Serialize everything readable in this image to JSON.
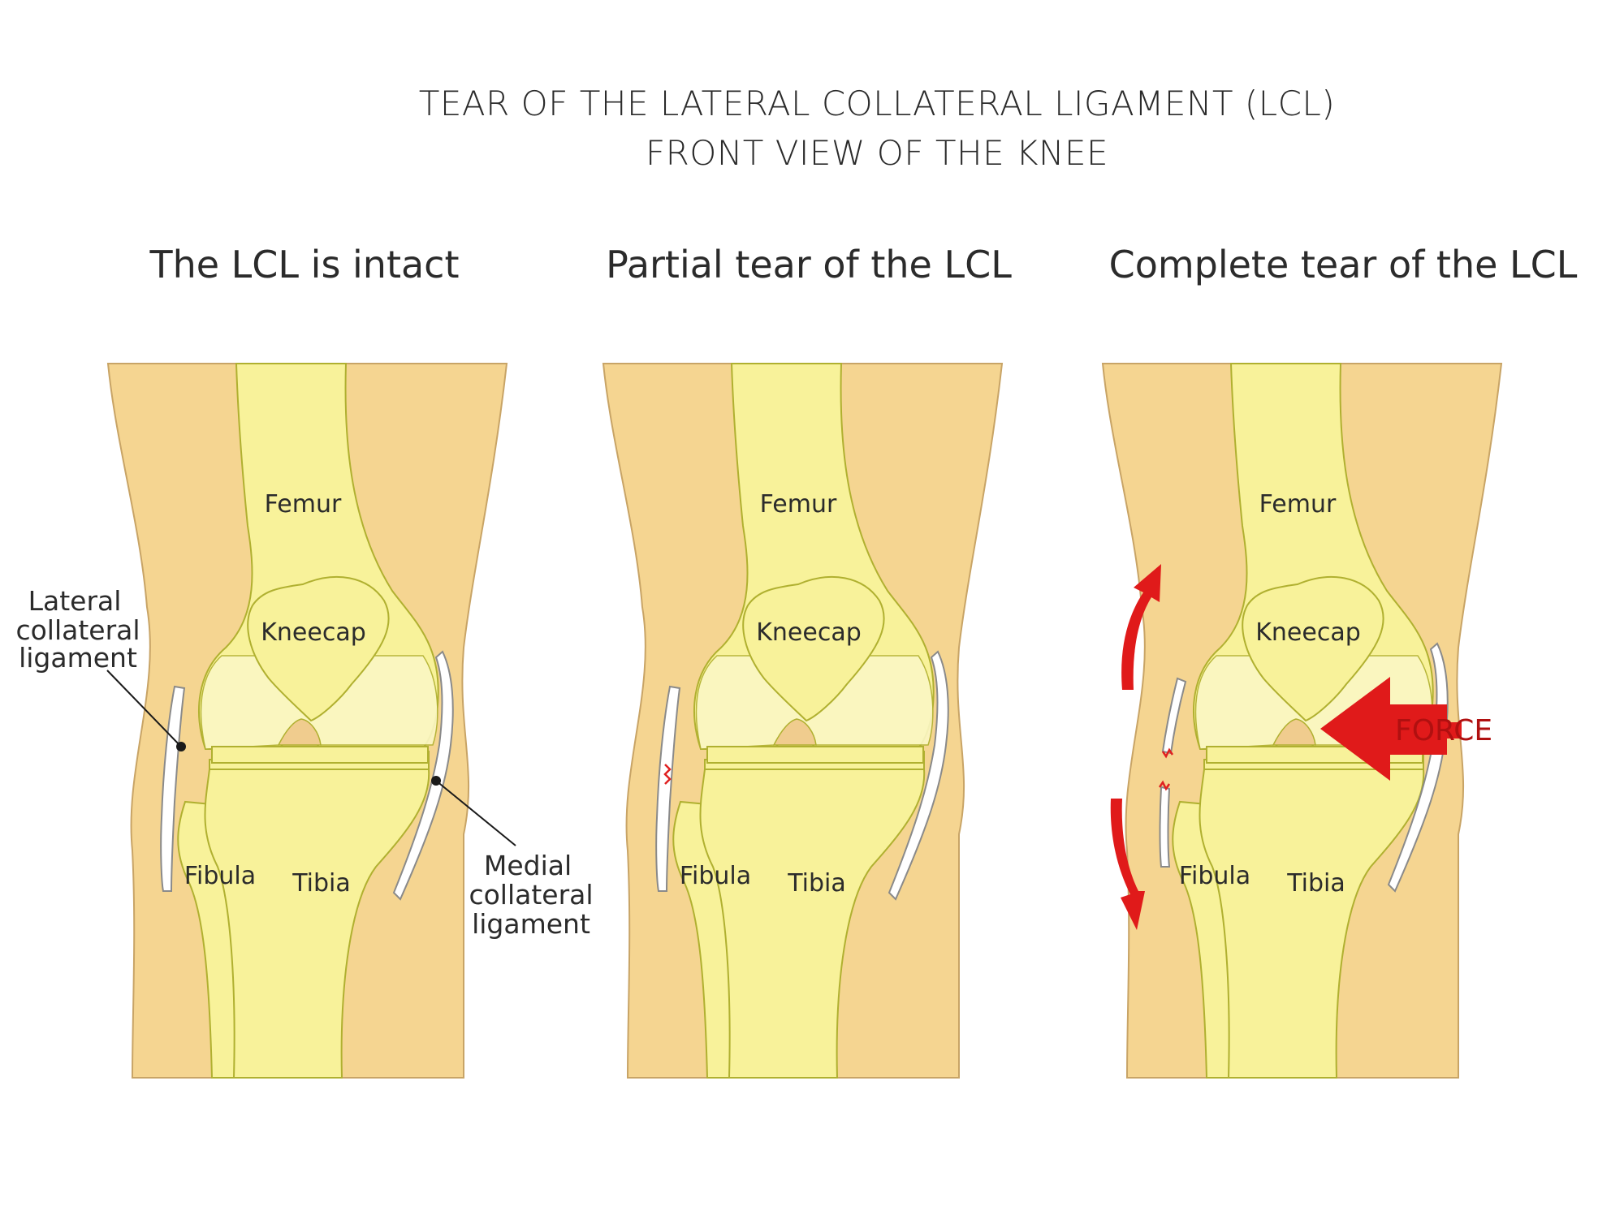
{
  "title": {
    "line1": "TEAR OF THE LATERAL COLLATERAL LIGAMENT (LCL)",
    "line2": "FRONT VIEW OF THE KNEE"
  },
  "panels": [
    {
      "heading": "The LCL is intact",
      "state": "intact",
      "femur": "Femur",
      "kneecap": "Kneecap",
      "fibula": "Fibula",
      "tibia": "Tibia"
    },
    {
      "heading": "Partial tear of the LCL",
      "state": "partial",
      "femur": "Femur",
      "kneecap": "Kneecap",
      "fibula": "Fibula",
      "tibia": "Tibia"
    },
    {
      "heading": "Complete tear of the LCL",
      "state": "complete",
      "femur": "Femur",
      "kneecap": "Kneecap",
      "fibula": "Fibula",
      "tibia": "Tibia"
    }
  ],
  "callouts": {
    "lcl": {
      "line1": "Lateral",
      "line2": "collateral",
      "line3": "ligament"
    },
    "mcl": {
      "line1": "Medial",
      "line2": "collateral",
      "line3": "ligament"
    }
  },
  "force_label": "FORCE",
  "colors": {
    "skin": "#f5d591",
    "skin_outline": "#c8a466",
    "bone": "#f8f29a",
    "bone_outline": "#b0b030",
    "cartilage": "#fbf7c4",
    "ligament": "#ffffff",
    "ligament_outline": "#8a8a8a",
    "joint_space": "#f0cc8e",
    "arrow": "#e01a1a",
    "tear_mark": "#e02020"
  },
  "icons": {
    "rotation_arrows": "curved-arrow-icon",
    "force_arrow": "arrow-left-icon"
  }
}
